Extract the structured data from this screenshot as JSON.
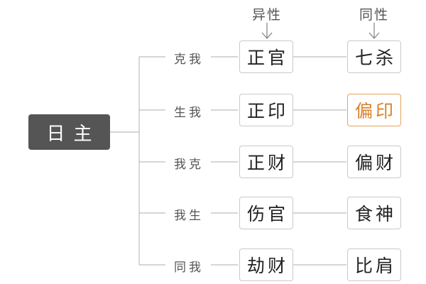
{
  "root": {
    "label": "日主"
  },
  "headers": {
    "left": "异性",
    "right": "同性"
  },
  "highlight_color": "#d9822b",
  "rows": [
    {
      "relation": "克我",
      "opposite": "正官",
      "same": "七杀",
      "highlight": ""
    },
    {
      "relation": "生我",
      "opposite": "正印",
      "same": "偏印",
      "highlight": "same"
    },
    {
      "relation": "我克",
      "opposite": "正财",
      "same": "偏财",
      "highlight": ""
    },
    {
      "relation": "我生",
      "opposite": "伤官",
      "same": "食神",
      "highlight": ""
    },
    {
      "relation": "同我",
      "opposite": "劫财",
      "same": "比肩",
      "highlight": ""
    }
  ]
}
